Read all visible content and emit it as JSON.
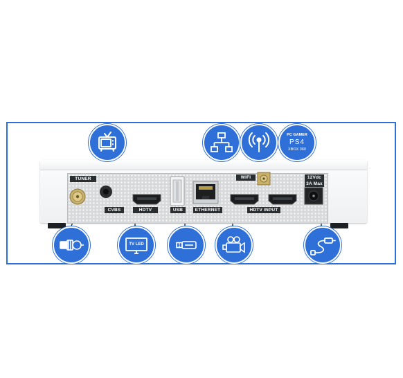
{
  "port_labels": {
    "tuner": "TUNER",
    "cvbs": "CVBS",
    "hdtv": "HDTV",
    "usb": "USB",
    "ethernet": "ETHERNET",
    "wifi": "WIFI",
    "hdtv_input": "HDTV INPUT",
    "power_voltage": "12Vdc",
    "power_current": "3A Max"
  },
  "callouts": {
    "tv_led": "TV LED",
    "gaming_line1": "PC GAMER",
    "gaming_line2": "PS4",
    "gaming_line3": "XBOX 360"
  },
  "colors": {
    "accent": "#2f6fd8",
    "frame": "#2d6fd6",
    "label_bg": "#2b2e31",
    "panel": "#d7d9db"
  },
  "icons": [
    "retro-tv-icon",
    "network-icon",
    "wifi-antenna-icon",
    "gaming-icon",
    "coax-connector-icon",
    "tv-led-icon",
    "usb-stick-icon",
    "camera-icon",
    "power-cable-icon"
  ]
}
